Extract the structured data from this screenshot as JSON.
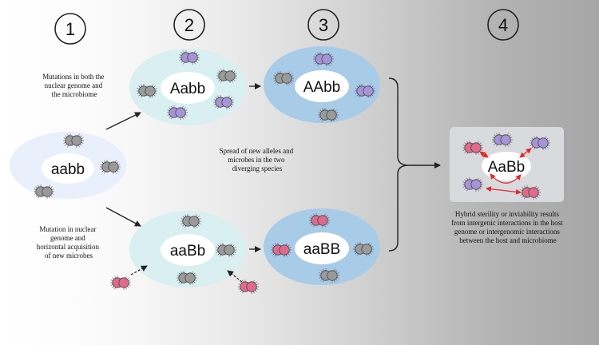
{
  "steps": [
    "1",
    "2",
    "3",
    "4"
  ],
  "genotypes": {
    "ancestor": "aabb",
    "upper_2": "Aabb",
    "upper_3": "AAbb",
    "lower_2": "aaBb",
    "lower_3": "aaBB",
    "hybrid": "AaBb"
  },
  "captions": {
    "upper_mutation": [
      "Mutations in both the",
      "nuclear genome and",
      "the microbiome"
    ],
    "lower_mutation": [
      "Mutation in nuclear",
      "genome and",
      "horizontal acquisition",
      "of new microbes"
    ],
    "spread": [
      "Spread of new alleles and",
      "microbes in the two",
      "diverging species"
    ],
    "hybrid": [
      "Hybrid sterility or inviability results",
      "from intergenic interactions in the host",
      "genome or intergenomic interactions",
      "between the host and microbiome"
    ]
  },
  "colors": {
    "grey_microbe": "#9a9a9a",
    "purple_microbe": "#a893d8",
    "pink_microbe": "#e06a8e",
    "interaction_arrow": "#e02a2a",
    "light_cell": "#e9f0fb",
    "teal_cell": "#d9eff1",
    "blue_cell": "#a8cbe8",
    "hybrid_box": "#d8dadd"
  }
}
